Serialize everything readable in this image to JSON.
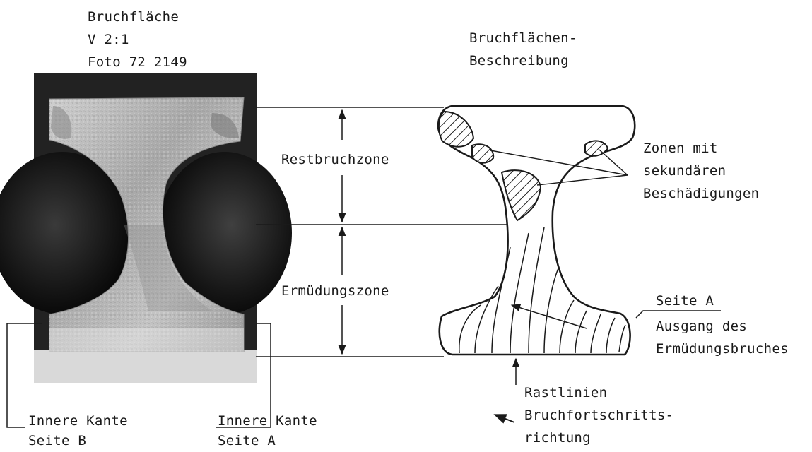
{
  "photo_caption": {
    "line1": "Bruchfläche",
    "line2": "V  2:1",
    "line3": "Foto  72 2149"
  },
  "sketch_title": {
    "line1": "Bruchflächen-",
    "line2": "Beschreibung"
  },
  "zones": {
    "restbruch": "Restbruchzone",
    "ermuedung": "Ermüdungszone"
  },
  "callouts": {
    "sekundaer": [
      "Zonen mit",
      "sekundären",
      "Beschädigungen"
    ],
    "seite_a": "Seite A",
    "ausgang": [
      "Ausgang des",
      "Ermüdungsbruches"
    ],
    "rastlinien": "Rastlinien",
    "fortschritt": [
      "Bruchfortschritts-",
      "richtung"
    ]
  },
  "edges": {
    "seite_b": [
      "Innere Kante",
      "Seite B"
    ],
    "seite_a": [
      "Innere Kante",
      "Seite A"
    ]
  }
}
